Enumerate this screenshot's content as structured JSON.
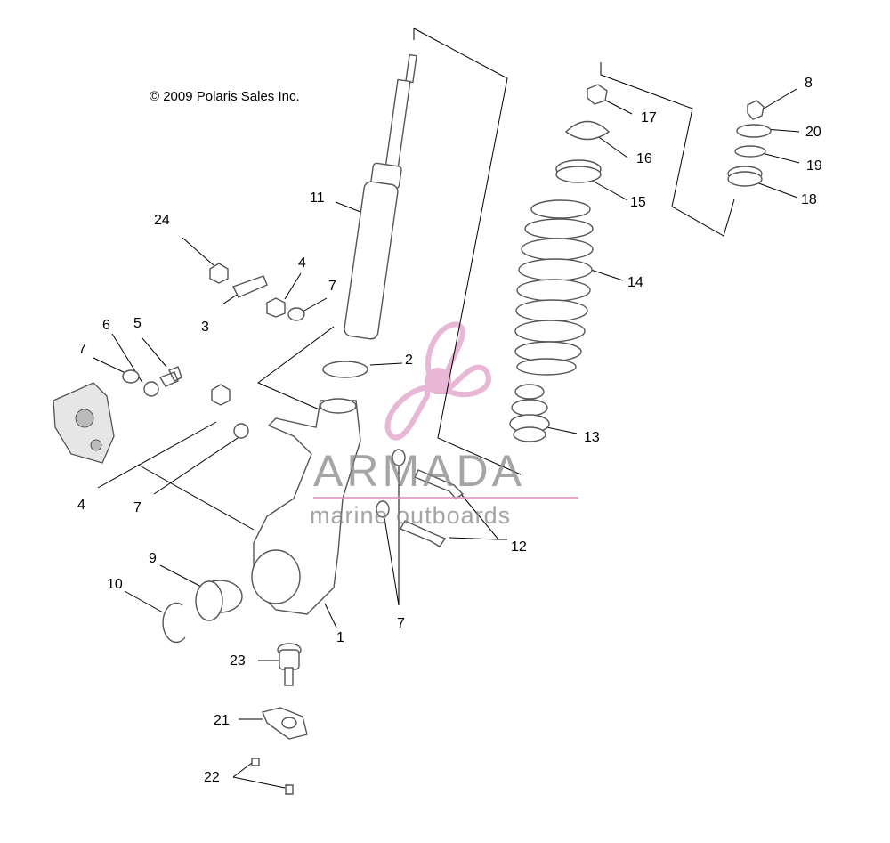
{
  "copyright": "© 2009 Polaris Sales Inc.",
  "watermark": {
    "name": "ARMADA",
    "tagline": "marine outboards",
    "logo_color": "#e0a0c8",
    "text_color": "#8a8a8a"
  },
  "callouts": [
    {
      "id": "1",
      "label": "1"
    },
    {
      "id": "2",
      "label": "2"
    },
    {
      "id": "3",
      "label": "3"
    },
    {
      "id": "4a",
      "label": "4"
    },
    {
      "id": "4b",
      "label": "4"
    },
    {
      "id": "5",
      "label": "5"
    },
    {
      "id": "6",
      "label": "6"
    },
    {
      "id": "7a",
      "label": "7"
    },
    {
      "id": "7b",
      "label": "7"
    },
    {
      "id": "7c",
      "label": "7"
    },
    {
      "id": "7d",
      "label": "7"
    },
    {
      "id": "8",
      "label": "8"
    },
    {
      "id": "9",
      "label": "9"
    },
    {
      "id": "10",
      "label": "10"
    },
    {
      "id": "11",
      "label": "11"
    },
    {
      "id": "12",
      "label": "12"
    },
    {
      "id": "13",
      "label": "13"
    },
    {
      "id": "14",
      "label": "14"
    },
    {
      "id": "15",
      "label": "15"
    },
    {
      "id": "16",
      "label": "16"
    },
    {
      "id": "17",
      "label": "17"
    },
    {
      "id": "18",
      "label": "18"
    },
    {
      "id": "19",
      "label": "19"
    },
    {
      "id": "20",
      "label": "20"
    },
    {
      "id": "21",
      "label": "21"
    },
    {
      "id": "22",
      "label": "22"
    },
    {
      "id": "23",
      "label": "23"
    },
    {
      "id": "24",
      "label": "24"
    }
  ]
}
